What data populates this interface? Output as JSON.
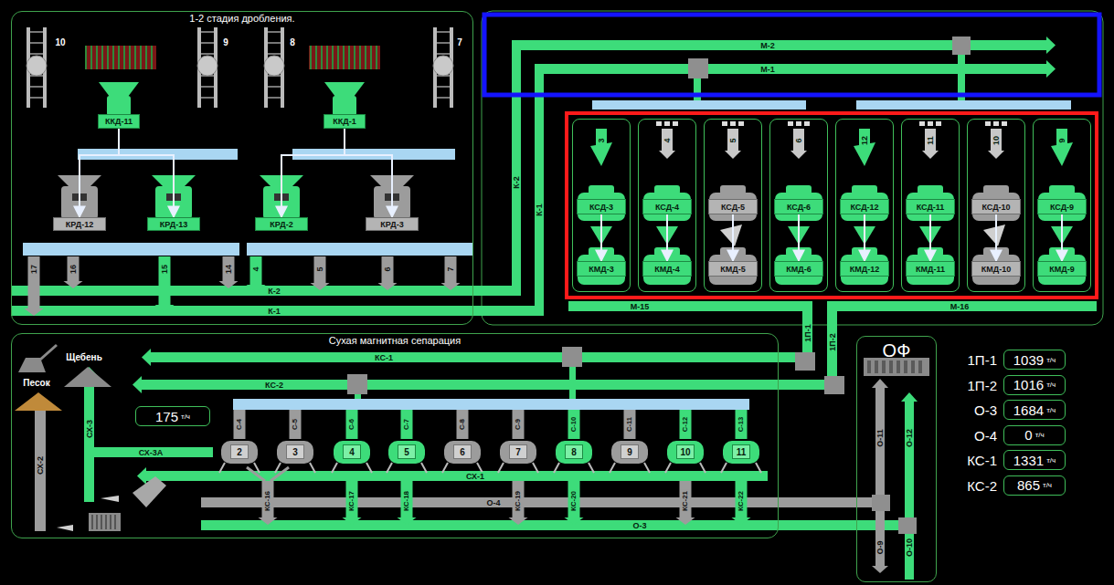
{
  "diagram": {
    "nodes": [
      {
        "text": [
          "1-2 стадия дробления."
        ]
      },
      {
        "text": [
          "ККД-11"
        ],
        "in": 0
      },
      {
        "text": [
          "ККД-1"
        ],
        "in": 0
      },
      {
        "text": [
          "КРД-12"
        ],
        "in": 0
      },
      {
        "text": [
          "КРД-13"
        ],
        "in": 0
      },
      {
        "text": [
          "КРД-2"
        ],
        "in": 0
      },
      {
        "text": [
          "КРД-3"
        ],
        "in": 0
      },
      {
        "text": [
          "3"
        ]
      },
      {
        "text": [
          "КСД-3"
        ],
        "in": 7
      },
      {
        "text": [
          "КМД-3"
        ],
        "in": 7
      },
      {
        "text": [
          "4"
        ]
      },
      {
        "text": [
          "КСД-4"
        ],
        "in": 10
      },
      {
        "text": [
          "КМД-4"
        ],
        "in": 10
      },
      {
        "text": [
          "5"
        ]
      },
      {
        "text": [
          "КСД-5"
        ],
        "in": 13
      },
      {
        "text": [
          "КМД-5"
        ],
        "in": 13
      },
      {
        "text": [
          "6"
        ]
      },
      {
        "text": [
          "КСД-6"
        ],
        "in": 16
      },
      {
        "text": [
          "КМД-6"
        ],
        "in": 16
      },
      {
        "text": [
          "12"
        ]
      },
      {
        "text": [
          "КСД-12"
        ],
        "in": 19
      },
      {
        "text": [
          "КМД-12"
        ],
        "in": 19
      },
      {
        "text": [
          "11"
        ]
      },
      {
        "text": [
          "КСД-11"
        ],
        "in": 22
      },
      {
        "text": [
          "КМД-11"
        ],
        "in": 22
      },
      {
        "text": [
          "10"
        ]
      },
      {
        "text": [
          "КСД-10"
        ],
        "in": 25
      },
      {
        "text": [
          "КМД-10"
        ],
        "in": 25
      },
      {
        "text": [
          "9"
        ]
      },
      {
        "text": [
          "КСД-9"
        ],
        "in": 28
      },
      {
        "text": [
          "КМД-9"
        ],
        "in": 28
      },
      {
        "text": [
          "Сухая магнитная сепарация"
        ]
      },
      {
        "text": [
          "2"
        ],
        "in": 31
      },
      {
        "text": [
          "3"
        ],
        "in": 31
      },
      {
        "text": [
          "4"
        ],
        "in": 31
      },
      {
        "text": [
          "5"
        ],
        "in": 31
      },
      {
        "text": [
          "6"
        ],
        "in": 31
      },
      {
        "text": [
          "7"
        ],
        "in": 31
      },
      {
        "text": [
          "8"
        ],
        "in": 31
      },
      {
        "text": [
          "9"
        ],
        "in": 31
      },
      {
        "text": [
          "10"
        ],
        "in": 31
      },
      {
        "text": [
          "11"
        ],
        "in": 31
      },
      {
        "text": [
          "175",
          "т/ч"
        ],
        "in": 31
      },
      {
        "text": [
          "ОФ"
        ]
      },
      {
        "text": [
          "1П-1",
          "1039",
          "т/ч"
        ]
      },
      {
        "text": [
          "1П-2",
          "1016",
          "т/ч"
        ]
      },
      {
        "text": [
          "О-3",
          "1684",
          "т/ч"
        ]
      },
      {
        "text": [
          "О-4",
          "0",
          "т/ч"
        ]
      },
      {
        "text": [
          "КС-1",
          "1331",
          "т/ч"
        ]
      },
      {
        "text": [
          "КС-2",
          "865",
          "т/ч"
        ]
      }
    ],
    "edges": [
      {
        "from": 1,
        "to": 3,
        "arrow": "to"
      },
      {
        "from": 1,
        "to": 4,
        "arrow": "to"
      },
      {
        "from": 2,
        "to": 5,
        "arrow": "to"
      },
      {
        "from": 2,
        "to": 6,
        "arrow": "to"
      },
      {
        "from": 8,
        "to": 9,
        "arrow": "to"
      },
      {
        "from": 11,
        "to": 12,
        "arrow": "to"
      },
      {
        "from": 14,
        "to": 15,
        "arrow": "to"
      },
      {
        "from": 17,
        "to": 18,
        "arrow": "to"
      },
      {
        "from": 20,
        "to": 21,
        "arrow": "to"
      },
      {
        "from": 23,
        "to": 24,
        "arrow": "to"
      },
      {
        "from": 26,
        "to": 27,
        "arrow": "to"
      },
      {
        "from": 29,
        "to": 30,
        "arrow": "to"
      }
    ],
    "labels": [
      "10",
      "9",
      "8",
      "7",
      "17",
      "16",
      "15",
      "14",
      "4",
      "5",
      "6",
      "7",
      "К-2",
      "К-1",
      "К-2",
      "К-1",
      "М-2",
      "М-1",
      "М-15",
      "М-16",
      "1П-1",
      "1П-2",
      "Щебень",
      "Песок",
      "С-4",
      "С-5",
      "С-6",
      "С-7",
      "С-8",
      "С-9",
      "С-10",
      "С-11",
      "С-12",
      "С-13",
      "КС-1",
      "КС-2",
      "СХ-1",
      "О-4",
      "О-3",
      "КС-16",
      "КС-17",
      "КС-18",
      "КС-19",
      "КС-20",
      "КС-21",
      "КС-22",
      "СХ-3",
      "СХ-3А",
      "СХ-2",
      "О-11",
      "О-12",
      "О-9",
      "О-10"
    ]
  }
}
